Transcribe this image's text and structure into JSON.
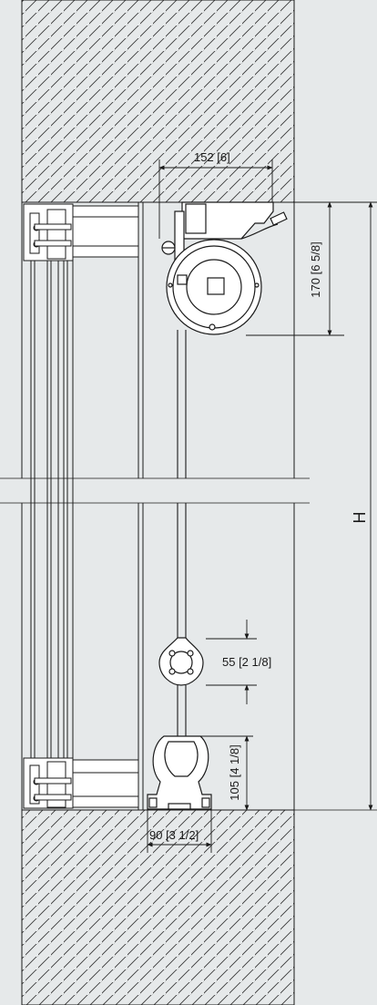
{
  "colors": {
    "background": "#e6e9ea",
    "line": "#1a1a1a",
    "wall_fill": "#e9ecec",
    "hatch": "#333333"
  },
  "dimensions": {
    "width_top": "152 [6]",
    "height_top": "170 [6 5/8]",
    "overall_height": "H",
    "pulley": "55 [2 1/8]",
    "bottom_bracket_height": "105 [4 1/8]",
    "bottom_bracket_width": "90 [3 1/2]"
  }
}
